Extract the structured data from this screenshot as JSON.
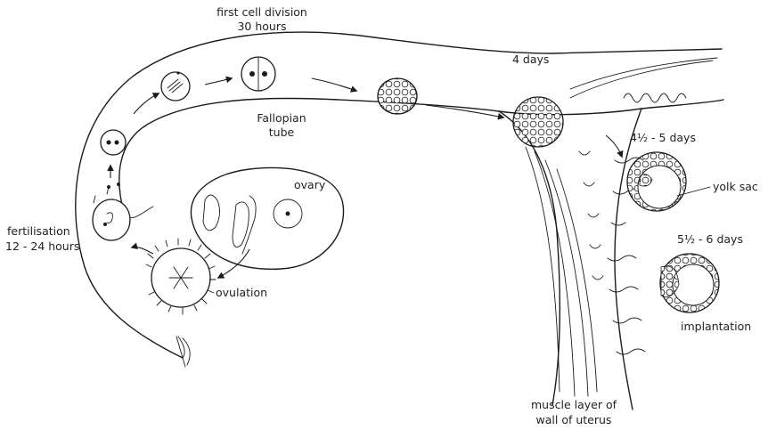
{
  "labels": {
    "first_division_line1": "first cell division",
    "first_division_line2": "30 hours",
    "four_days": "4 days",
    "fallopian_line1": "Fallopian",
    "fallopian_line2": "tube",
    "four_half_days": "4½ - 5 days",
    "yolk_sac": "yolk sac",
    "ovary": "ovary",
    "fertilisation_line1": "fertilisation",
    "fertilisation_line2": "12 - 24 hours",
    "ovulation": "ovulation",
    "five_half_days": "5½ - 6 days",
    "implantation": "implantation",
    "muscle_line1": "muscle layer of",
    "muscle_line2": "wall of uterus"
  }
}
